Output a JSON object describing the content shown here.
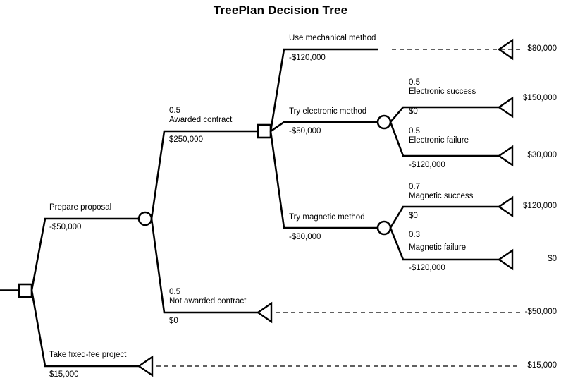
{
  "title": "TreePlan Decision Tree",
  "nodes": {
    "root": {
      "type": "decision-node"
    },
    "proposal_chance": {
      "type": "chance-node"
    },
    "method_decision": {
      "type": "decision-node"
    },
    "electronic_chance": {
      "type": "chance-node"
    },
    "magnetic_chance": {
      "type": "chance-node"
    }
  },
  "branches": {
    "prepare_proposal": {
      "name": "Prepare proposal",
      "cashflow": "-$50,000"
    },
    "take_fixed_fee": {
      "name": "Take fixed-fee project",
      "cashflow": "$15,000"
    },
    "awarded": {
      "prob": "0.5",
      "name": "Awarded contract",
      "cashflow": "$250,000"
    },
    "not_awarded": {
      "prob": "0.5",
      "name": "Not awarded contract",
      "cashflow": "$0"
    },
    "mechanical": {
      "name": "Use mechanical method",
      "cashflow": "-$120,000"
    },
    "electronic": {
      "name": "Try electronic method",
      "cashflow": "-$50,000"
    },
    "magnetic": {
      "name": "Try magnetic method",
      "cashflow": "-$80,000"
    },
    "electronic_success": {
      "prob": "0.5",
      "name": "Electronic success",
      "cashflow": "$0"
    },
    "electronic_failure": {
      "prob": "0.5",
      "name": "Electronic failure",
      "cashflow": "-$120,000"
    },
    "magnetic_success": {
      "prob": "0.7",
      "name": "Magnetic success",
      "cashflow": "$0"
    },
    "magnetic_failure": {
      "prob": "0.3",
      "name": "Magnetic failure",
      "cashflow": "-$120,000"
    }
  },
  "terminal_values": {
    "mechanical": "$80,000",
    "electronic_success": "$150,000",
    "electronic_failure": "$30,000",
    "magnetic_success": "$120,000",
    "magnetic_failure": "$0",
    "not_awarded": "-$50,000",
    "take_fixed_fee": "$15,000"
  },
  "colors": {
    "line": "#000000",
    "background": "#ffffff",
    "text": "#000000"
  }
}
